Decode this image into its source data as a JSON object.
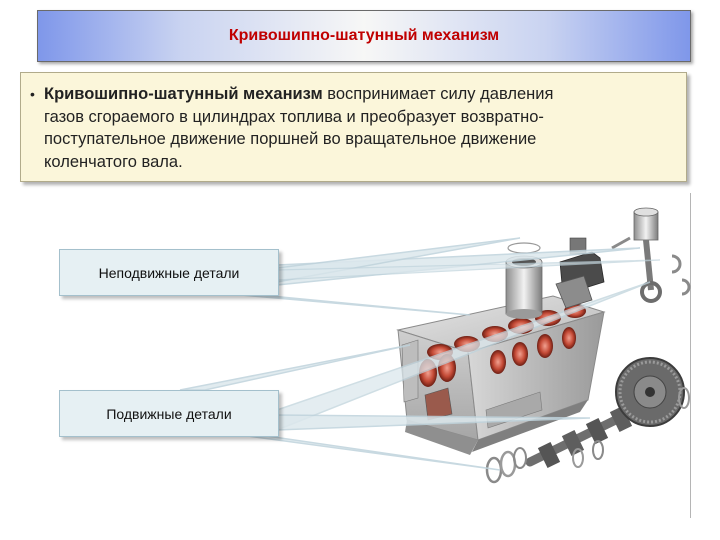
{
  "slide": {
    "title": "Кривошипно-шатунный механизм",
    "bullet_symbol": "•",
    "desc_bold": "Кривошипно-шатунный механизм",
    "desc_line1_rest": " воспринимает силу давления",
    "desc_line2": "газов сгораемого в цилиндрах топлива и преобразует возвратно-",
    "desc_line3": "поступательное движение поршней во вращательное движение",
    "desc_line4": "коленчатого вала.",
    "labels": {
      "fixed_parts": "Неподвижные детали",
      "moving_parts": "Подвижные детали"
    }
  },
  "colors": {
    "title_text": "#c00000",
    "desc_bg": "#fbf6da",
    "label_bg": "#e6f0f3",
    "callout_line": "#bfd3dc"
  }
}
